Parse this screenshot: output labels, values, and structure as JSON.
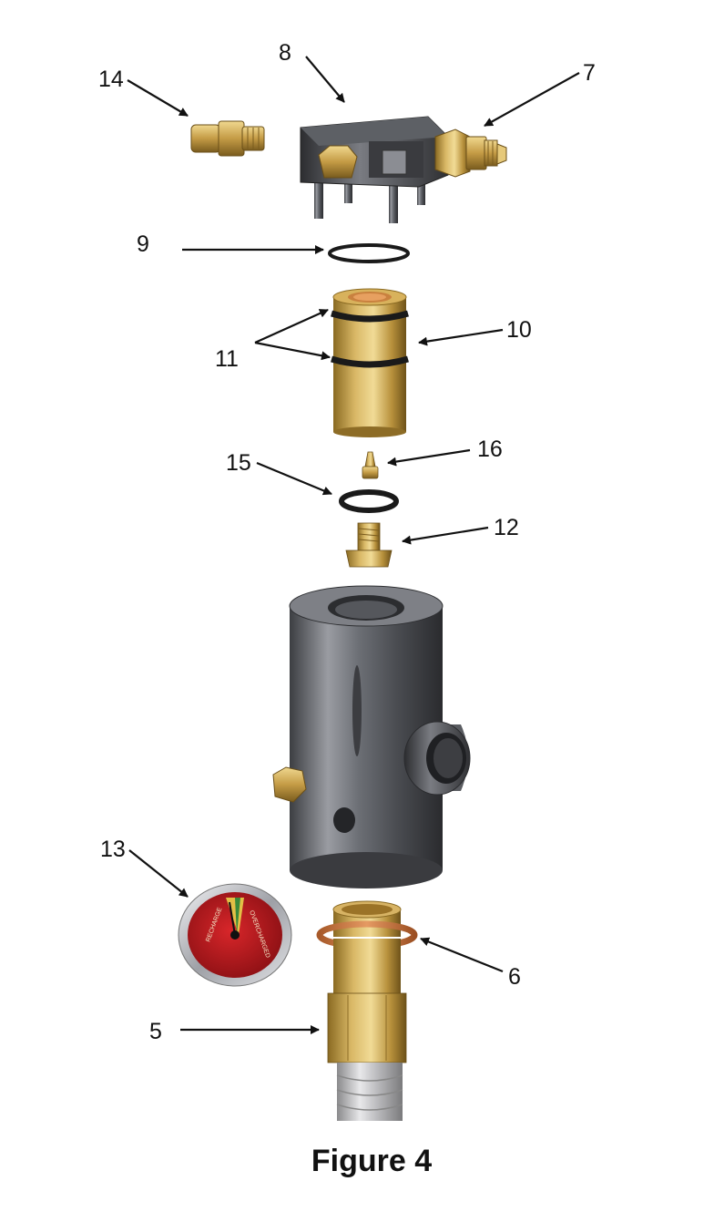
{
  "diagram": {
    "caption": "Figure 4",
    "labels": {
      "p5": "5",
      "p6": "6",
      "p7": "7",
      "p8": "8",
      "p9": "9",
      "p10": "10",
      "p11": "11",
      "p12": "12",
      "p13": "13",
      "p14": "14",
      "p15": "15",
      "p16": "16"
    },
    "gauge_text": {
      "left_text": "RECHARGE",
      "right_text": "OVERCHARGED"
    }
  }
}
